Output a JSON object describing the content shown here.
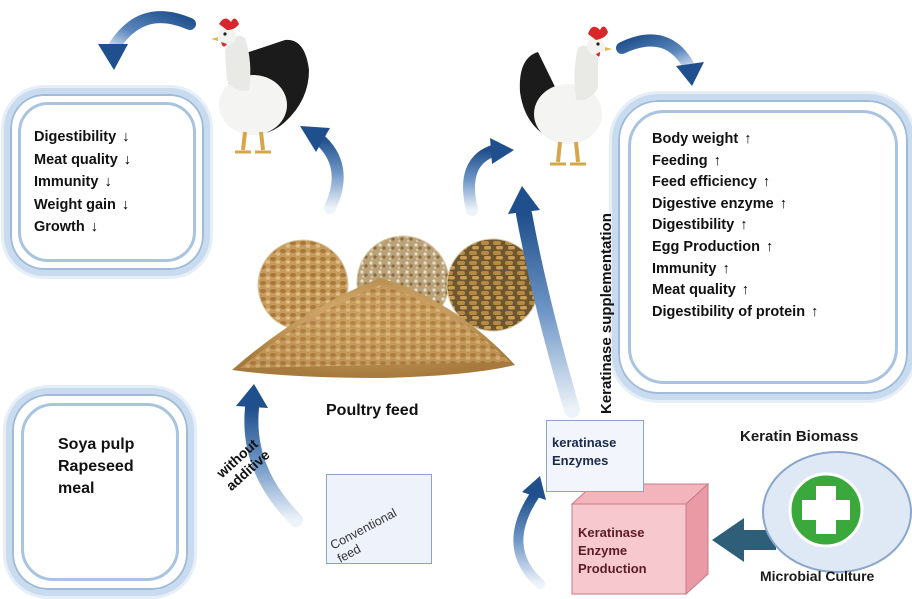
{
  "left_effects": {
    "items": [
      {
        "label": "Digestibility",
        "trend": "down"
      },
      {
        "label": "Meat quality",
        "trend": "down"
      },
      {
        "label": "Immunity",
        "trend": "down"
      },
      {
        "label": "Weight gain",
        "trend": "down"
      },
      {
        "label": "Growth",
        "trend": "down"
      }
    ]
  },
  "right_effects": {
    "items": [
      {
        "label": "Body weight",
        "trend": "up"
      },
      {
        "label": "Feeding",
        "trend": "up"
      },
      {
        "label": "Feed efficiency",
        "trend": "up"
      },
      {
        "label": "Digestive enzyme",
        "trend": "up"
      },
      {
        "label": "Digestibility",
        "trend": "up"
      },
      {
        "label": "Egg Production",
        "trend": "up"
      },
      {
        "label": "Immunity",
        "trend": "up"
      },
      {
        "label": "Meat quality",
        "trend": "up"
      },
      {
        "label": "Digestibility of protein",
        "trend": "up"
      }
    ]
  },
  "ingredients": {
    "line1": "Soya pulp",
    "line2": "Rapeseed",
    "line3": "meal"
  },
  "labels": {
    "poultry_feed": "Poultry feed",
    "without_additive_1": "without",
    "without_additive_2": "additive",
    "conventional_feed_1": "Conventional",
    "conventional_feed_2": "feed",
    "keratinase_supplementation": "Keratinase supplementation",
    "keratinase_enzymes_1": "keratinase",
    "keratinase_enzymes_2": "Enzymes",
    "production_1": "Keratinase",
    "production_2": "Enzyme",
    "production_3": "Production",
    "keratin_biomass": "Keratin Biomass",
    "microbial_culture": "Microbial Culture"
  },
  "colors": {
    "arrow_blue": "#2f5f98",
    "panel_border": "#b8d0ea",
    "production_box": "#f7c9cf",
    "plus_green": "#3aa83a",
    "dark_arrow": "#2f5f78",
    "feed_tan": "#c9a063"
  },
  "icons": {
    "rooster": "rooster-illustration",
    "feed": "feed-pellet-pile",
    "plus": "plus-icon"
  }
}
